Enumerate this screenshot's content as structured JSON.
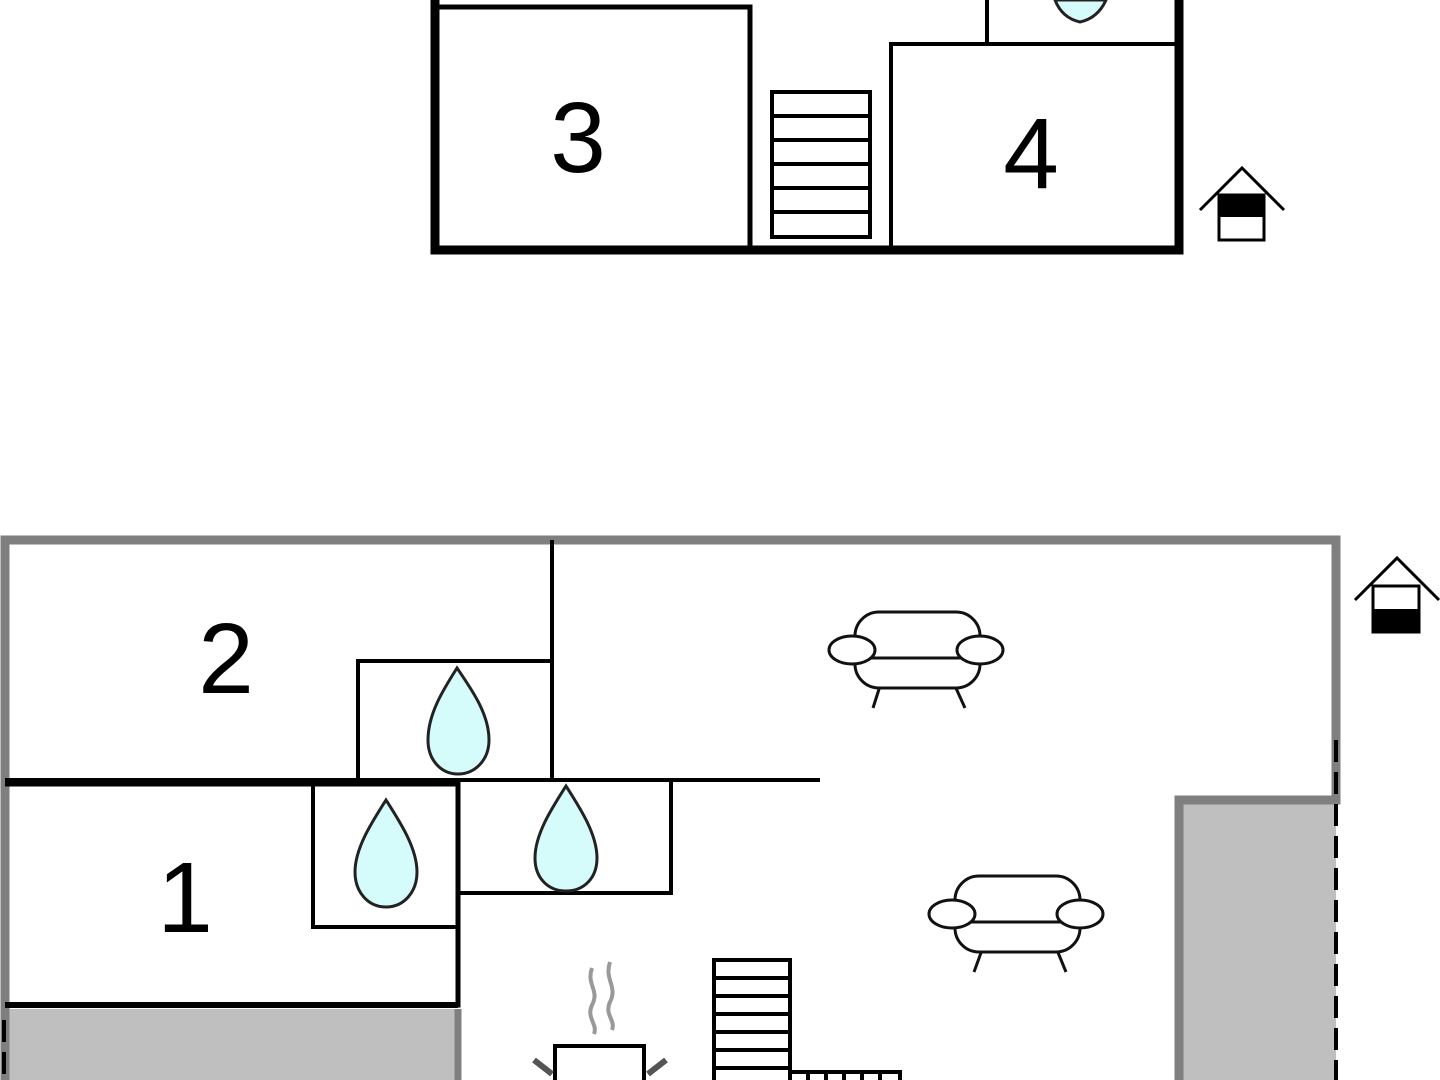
{
  "rooms": {
    "room1": "1",
    "room2": "2",
    "room3": "3",
    "room4": "4"
  },
  "colors": {
    "wall_dark": "#000000",
    "wall_grey": "#7f7f7f",
    "terrace_fill": "#bfbfbf",
    "water_drop": "#d5fbfb",
    "background": "#ffffff"
  },
  "icons": [
    "bathroom-drop-icon",
    "armchair-icon",
    "house-entrance-icon",
    "fireplace-icon",
    "staircase-icon"
  ]
}
